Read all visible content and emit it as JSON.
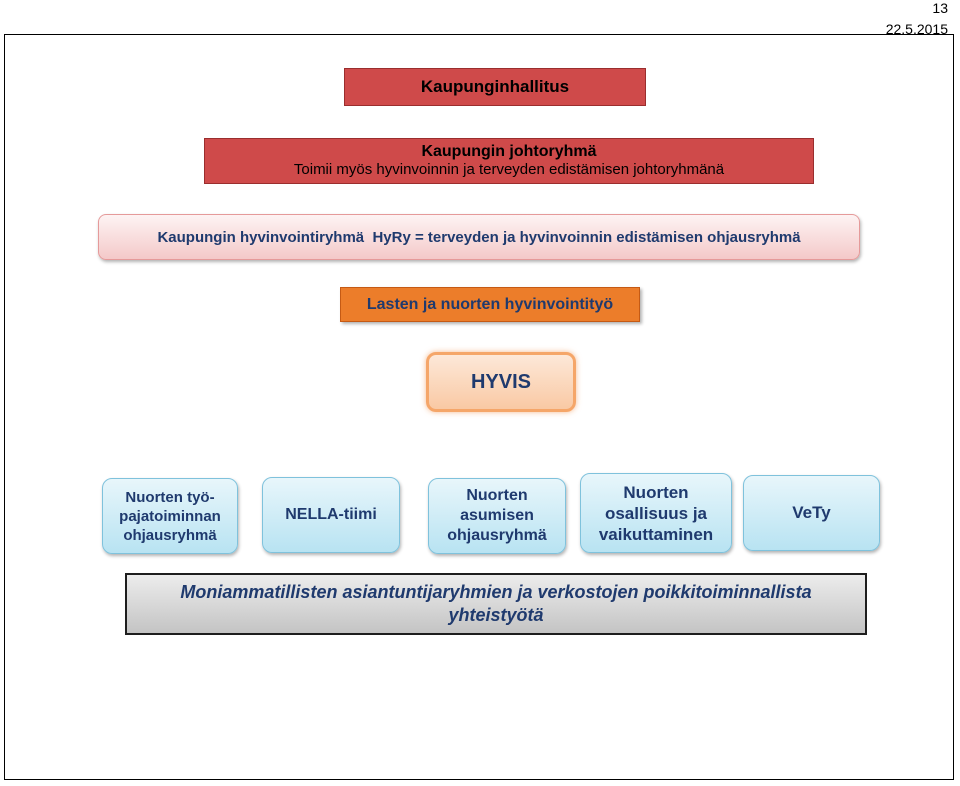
{
  "page": {
    "number": "13",
    "date": "22.5.2015"
  },
  "boxes": {
    "kaupunginhallitus": "Kaupunginhallitus",
    "johtoryhma_title": "Kaupungin johtoryhmä",
    "johtoryhma_sub": "Toimii myös hyvinvoinnin ja terveyden edistämisen johtoryhmänä",
    "hyvinvointiryhma": "Kaupungin hyvinvointiryhmä  HyRy = terveyden ja hyvinvoinnin edistämisen ohjausryhmä",
    "lasten_nuorten": "Lasten ja nuorten hyvinvointityö",
    "hyvis": "HYVIS"
  },
  "subgroups": [
    {
      "lines": [
        "Nuorten työ-",
        "pajatoiminnan",
        "ohjausryhmä"
      ]
    },
    {
      "lines": [
        "NELLA-tiimi"
      ]
    },
    {
      "lines": [
        "Nuorten",
        "asumisen",
        "ohjausryhmä"
      ]
    },
    {
      "lines": [
        "Nuorten",
        "osallisuus ja",
        "vaikuttaminen"
      ]
    },
    {
      "lines": [
        "VeTy"
      ]
    }
  ],
  "bottom": {
    "line1": "Moniammatillisten asiantuntijaryhmien ja verkostojen poikkitoiminnallista",
    "line2": "yhteistyötä"
  },
  "colors": {
    "red_box": "#cf4a4a",
    "pink_box": "#f4c9c9",
    "orange_box": "#ec7d2a",
    "hyvis_box": "#f9c9a4",
    "blue_box": "#b8e3f2",
    "grey_box": "#c4c4c4",
    "text_navy": "#1f3a6e"
  }
}
